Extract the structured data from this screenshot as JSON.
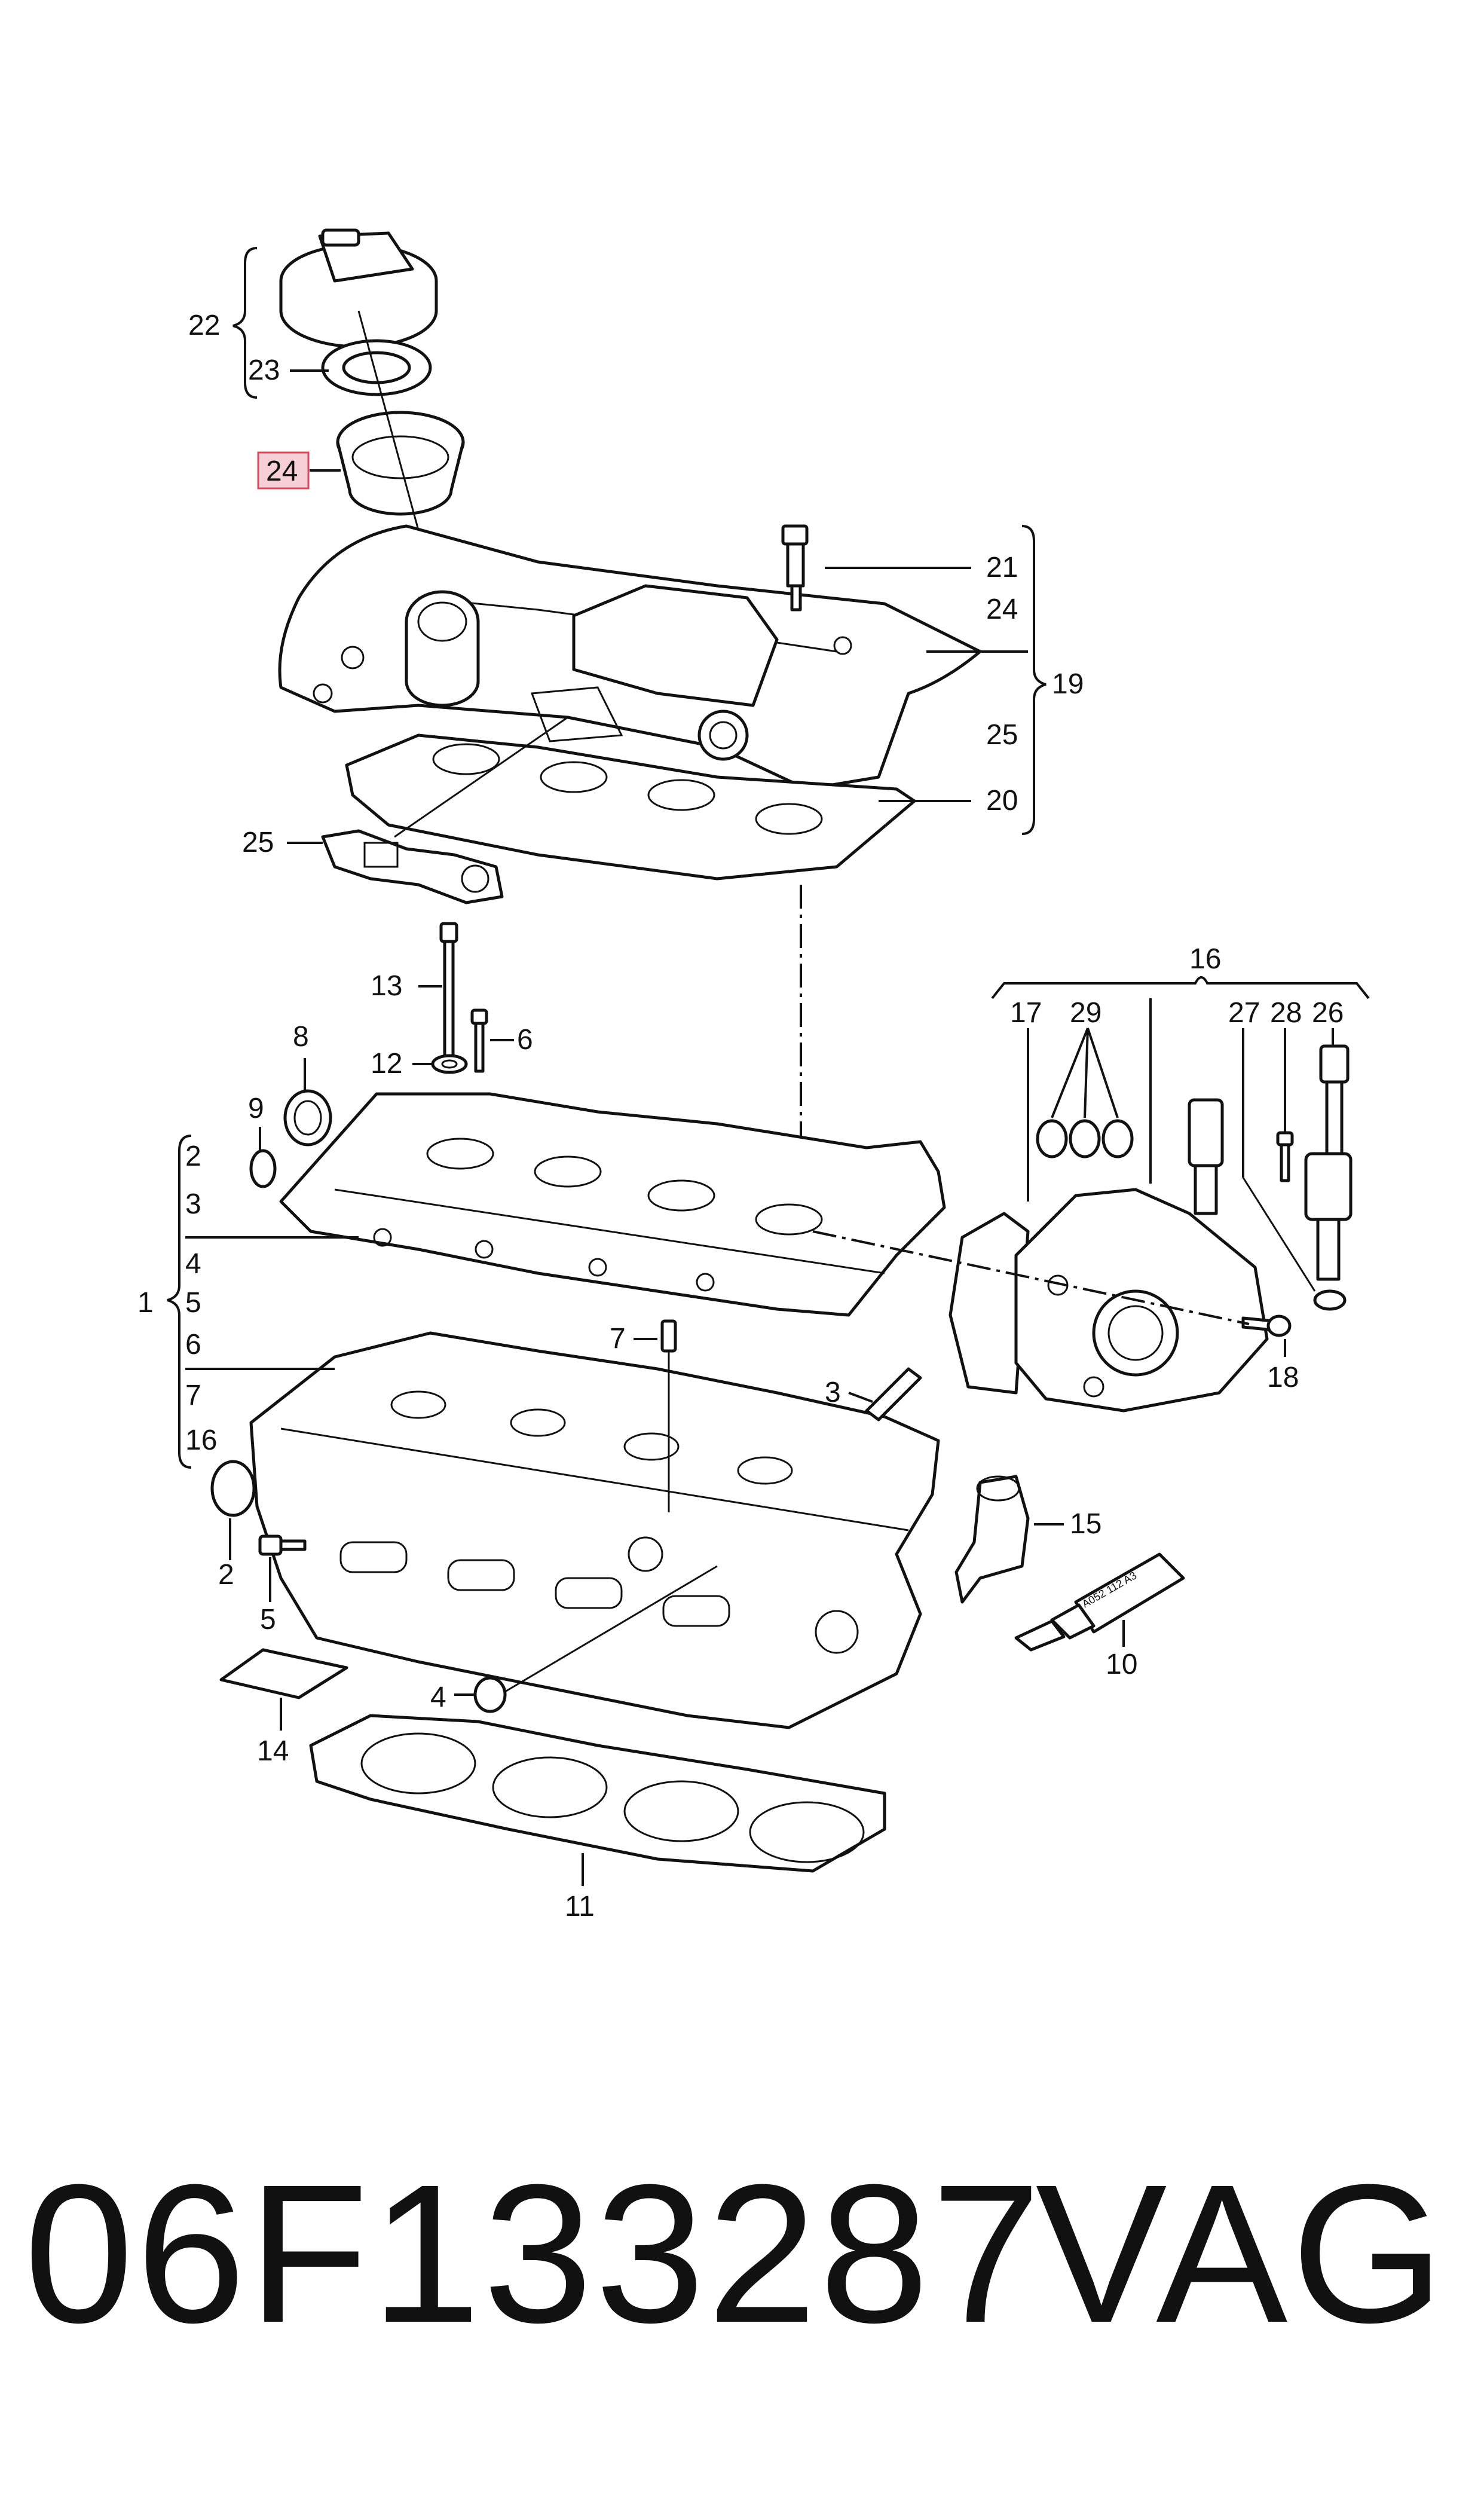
{
  "labels": {
    "l1": "1",
    "l2a": "2",
    "l2b": "2",
    "l3a": "3",
    "l3b": "3",
    "l4a": "4",
    "l4b": "4",
    "l5a": "5",
    "l5b": "5",
    "l6a": "6",
    "l6b": "6",
    "l7a": "7",
    "l7b": "7",
    "l8": "8",
    "l9": "9",
    "l10": "10",
    "l11": "11",
    "l12": "12",
    "l13": "13",
    "l14": "14",
    "l15": "15",
    "l16a": "16",
    "l16b": "16",
    "l17": "17",
    "l18": "18",
    "l19": "19",
    "l20": "20",
    "l21": "21",
    "l22": "22",
    "l23": "23",
    "l24a": "24",
    "l24b": "24",
    "l25a": "25",
    "l25b": "25",
    "l26": "26",
    "l27": "27",
    "l28": "28",
    "l29": "29"
  },
  "sealant_tube_text": "A052 112 A3",
  "highlight_color": "#f6d0d6",
  "footer": {
    "part_number": "06F133287",
    "brand": "VAG"
  }
}
